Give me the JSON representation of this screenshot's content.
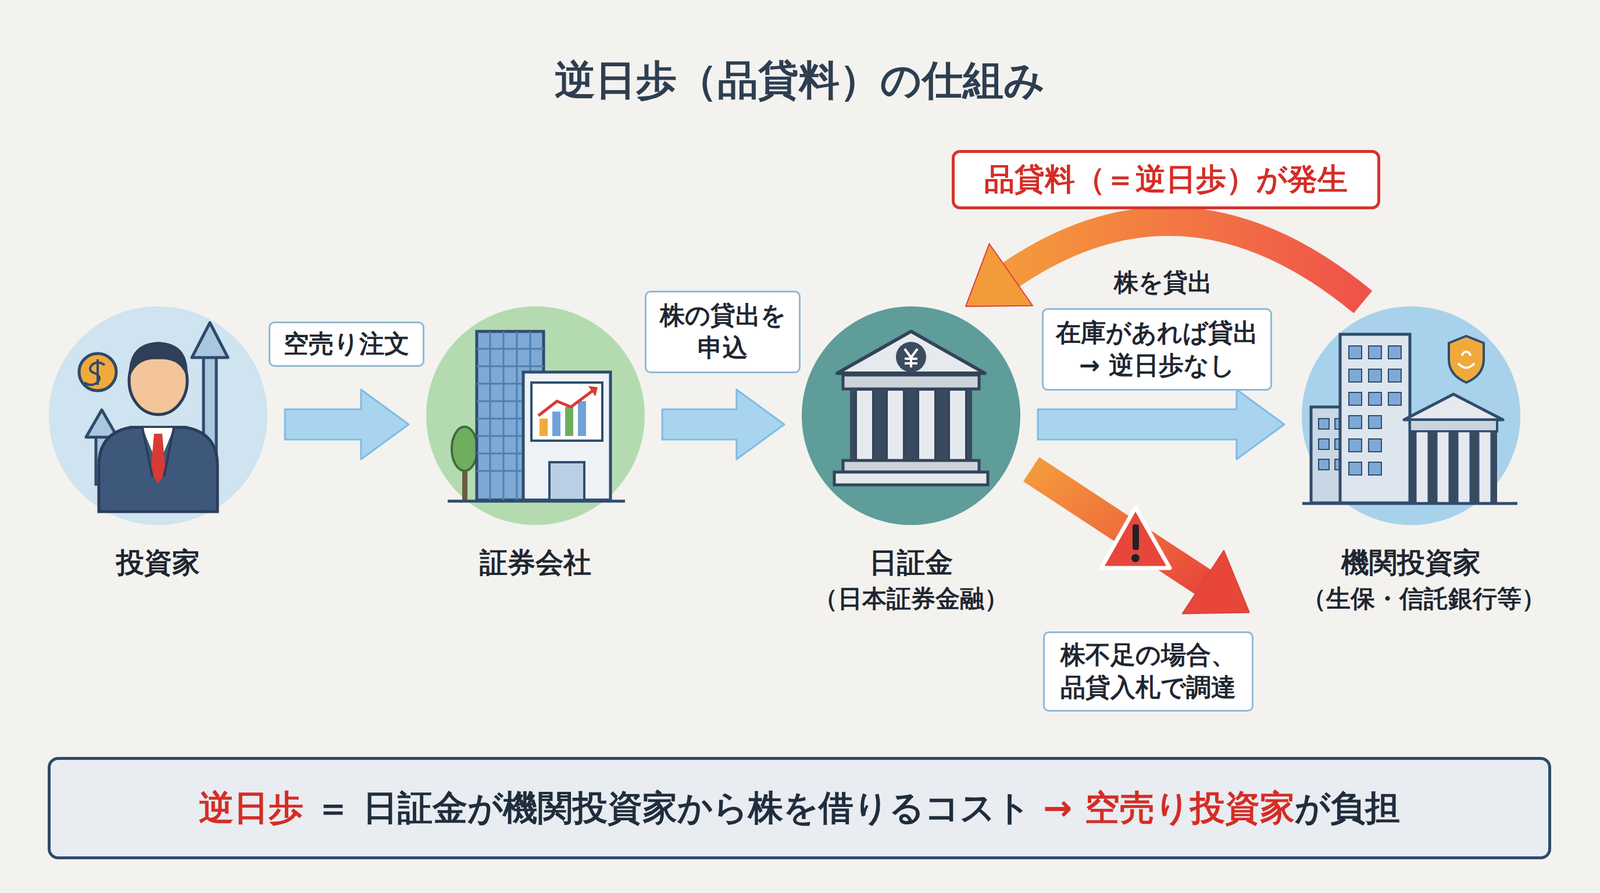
{
  "diagram": {
    "title": "逆日歩（品貸料）の仕組み",
    "nodes": [
      {
        "text": [
          "品貸料（＝逆日歩）が発生"
        ]
      },
      {
        "text": [
          "投資家"
        ]
      },
      {
        "text": [
          "証券会社"
        ]
      },
      {
        "text": [
          "日証金",
          "（日本証券金融）"
        ]
      },
      {
        "text": [
          "機関投資家",
          "（生保・信託銀行等）"
        ]
      },
      {
        "text": [
          "逆日歩",
          "＝ 日証金が機関投資家から株を借りるコスト",
          "→ 空売り投資家",
          "が負担"
        ]
      }
    ],
    "edges": [
      {
        "from": 1,
        "to": 2,
        "label": "空売り注文",
        "arrow": "to"
      },
      {
        "from": 2,
        "to": 3,
        "label": "株の貸出を 申込",
        "arrow": "to"
      },
      {
        "from": 3,
        "to": 4,
        "label": "在庫があれば貸出 → 逆日歩なし",
        "arrow": "to"
      },
      {
        "from": 4,
        "to": 3,
        "label": "株を貸出",
        "arrow": "to"
      },
      {
        "from": 3,
        "to": 4,
        "label": "株不足の場合、 品貸入札で調達",
        "arrow": "to"
      }
    ]
  }
}
